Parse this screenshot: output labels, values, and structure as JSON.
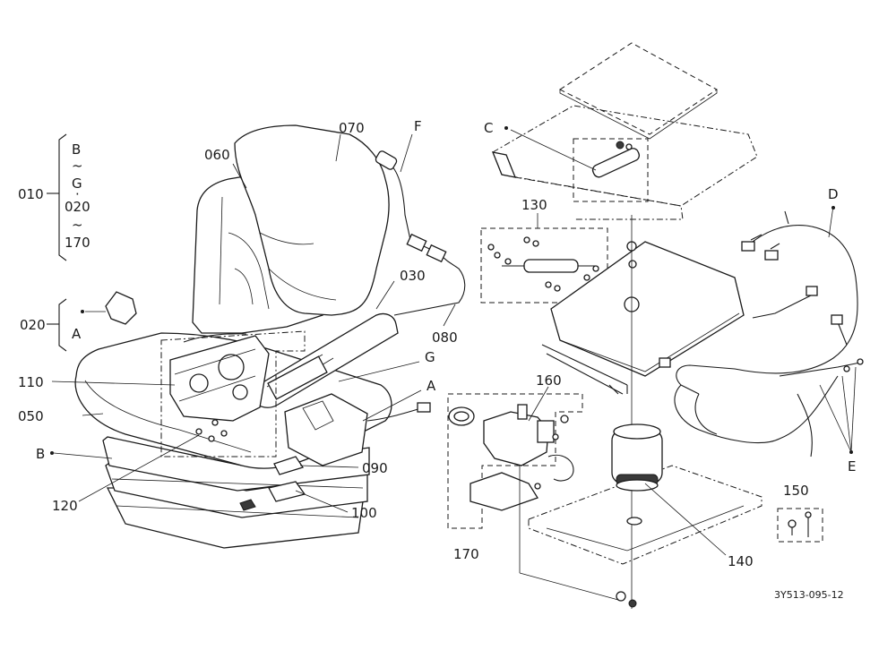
{
  "labels": {
    "p010": "010",
    "p020": "020",
    "p030": "030",
    "p050": "050",
    "p060": "060",
    "p070": "070",
    "p080": "080",
    "p090": "090",
    "p100": "100",
    "p110": "110",
    "p120": "120",
    "p130": "130",
    "p140": "140",
    "p150": "150",
    "p160": "160",
    "p170": "170",
    "letter_a_left": "A",
    "letter_a_right": "A",
    "letter_b_bracket": "B",
    "letter_b_side": "B",
    "letter_c": "C",
    "letter_d": "D",
    "letter_e": "E",
    "letter_f": "F",
    "letter_g_bracket": "G",
    "letter_g_side": "G",
    "tilde_1": "~",
    "tilde_2": "~",
    "bullet": "·",
    "bracket_020": "020",
    "bracket_170": "170"
  },
  "drawing_code": "3Y513-095-12"
}
